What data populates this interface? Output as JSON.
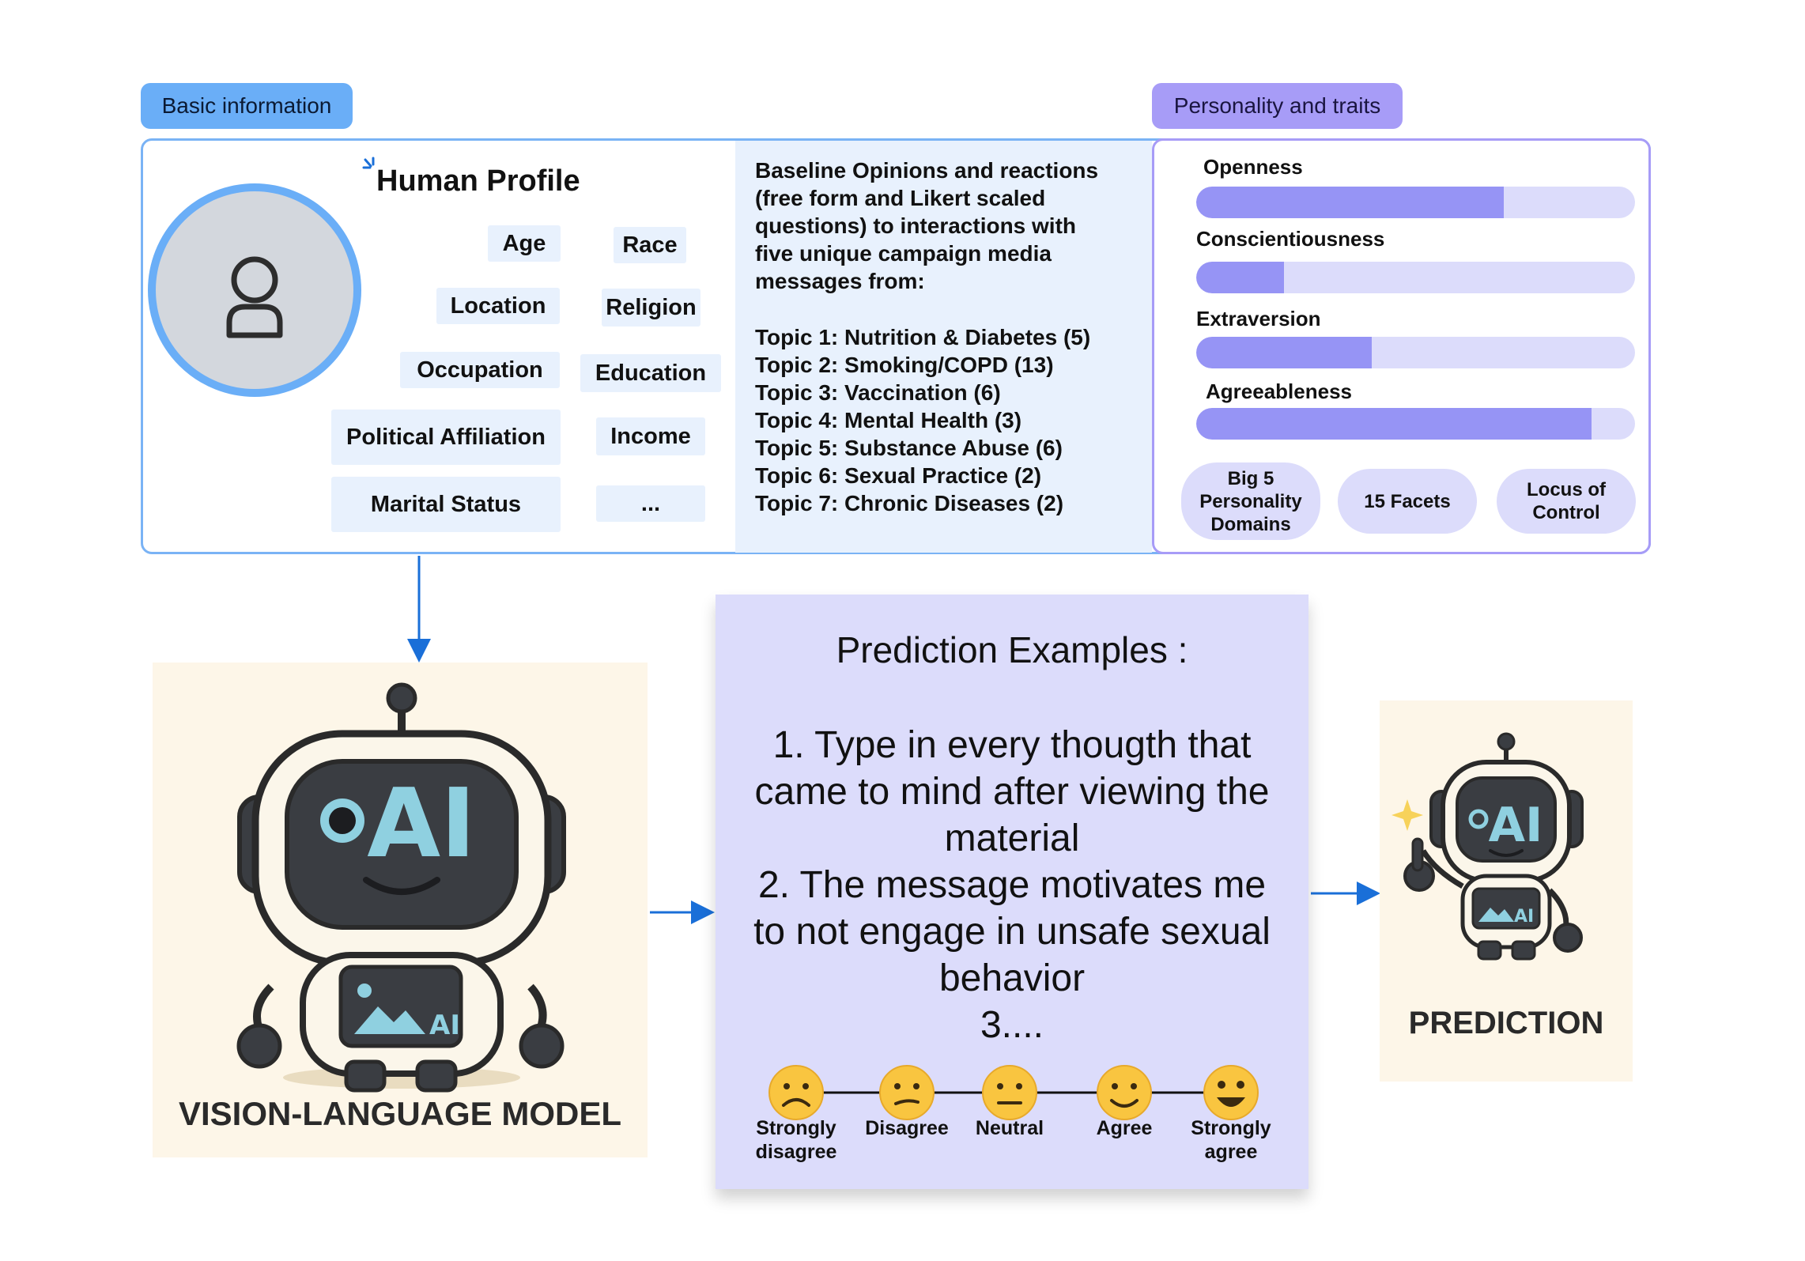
{
  "tags": {
    "basic": "Basic information",
    "personality": "Personality and traits"
  },
  "profile": {
    "title": "Human Profile",
    "attributes": [
      "Age",
      "Race",
      "Location",
      "Religion",
      "Occupation",
      "Education",
      "Political Affiliation",
      "Income",
      "Marital Status",
      "..."
    ]
  },
  "baseline": {
    "intro": [
      "Baseline Opinions and reactions",
      "(free form and Likert scaled",
      "questions) to interactions with",
      "five unique campaign media",
      "messages from:"
    ],
    "topics": [
      "Topic 1: Nutrition & Diabetes (5)",
      "Topic 2: Smoking/COPD (13)",
      "Topic 3: Vaccination (6)",
      "Topic 4: Mental Health (3)",
      "Topic 5: Substance Abuse (6)",
      "Topic 6: Sexual Practice (2)",
      "Topic 7: Chronic Diseases (2)"
    ]
  },
  "traits": [
    {
      "label": "Openness",
      "level": 0.7
    },
    {
      "label": "Conscientiousness",
      "level": 0.2
    },
    {
      "label": "Extraversion",
      "level": 0.4
    },
    {
      "label": "Agreeableness",
      "level": 0.9
    }
  ],
  "trait_pills": [
    "Big 5 Personality Domains",
    "15 Facets",
    "Locus of Control"
  ],
  "vlm": {
    "screen": "AI",
    "label": "VISION-LANGUAGE MODEL"
  },
  "prediction": {
    "title": "Prediction Examples :",
    "lines": [
      "1. Type in every thougth that",
      "came to mind after viewing the",
      "material",
      "2. The message motivates me",
      "to not engage in unsafe sexual",
      "behavior",
      "3...."
    ],
    "scale": [
      "Strongly disagree",
      "Disagree",
      "Neutral",
      "Agree",
      "Strongly agree"
    ]
  },
  "output": {
    "screen": "AI",
    "label": "PREDICTION"
  },
  "colors": {
    "blue": "#6aaef7",
    "purple": "#a79cf7",
    "lavender": "#dcdcfb",
    "cream": "#fdf6e8",
    "arrow": "#1a6fd8"
  }
}
